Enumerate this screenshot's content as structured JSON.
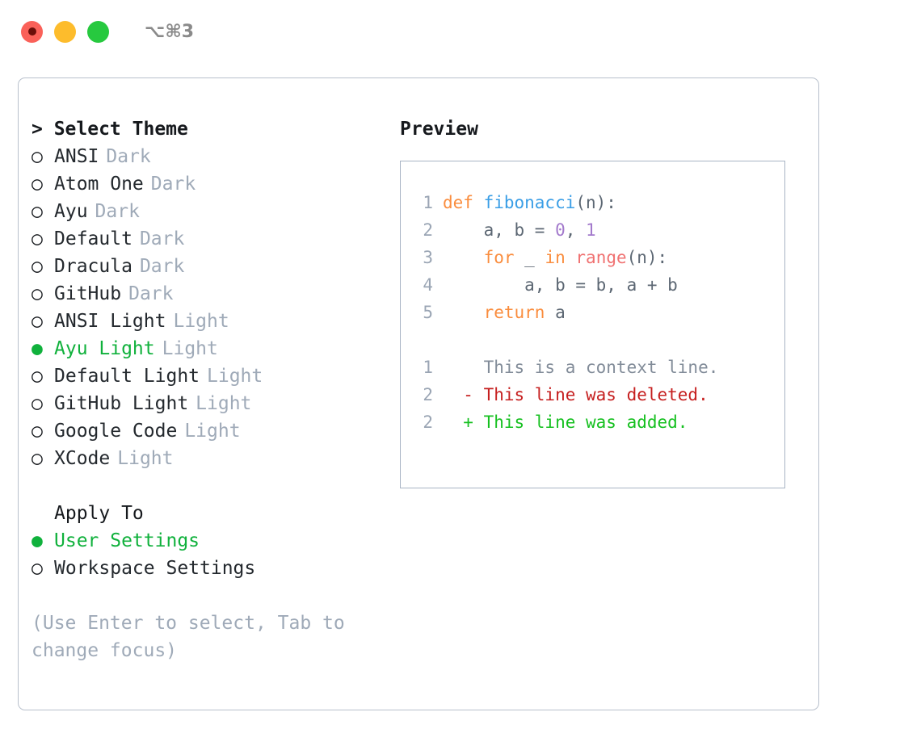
{
  "titlebar": {
    "shortcut": "⌥⌘3",
    "buttons": [
      {
        "name": "close",
        "color": "#FA6159"
      },
      {
        "name": "minimize",
        "color": "#FDBC2C"
      },
      {
        "name": "maximize",
        "color": "#27C93F"
      }
    ]
  },
  "theme_section": {
    "header": "> Select Theme",
    "options": [
      {
        "label": "ANSI",
        "category": "Dark",
        "selected": false,
        "bullet": "○"
      },
      {
        "label": "Atom One",
        "category": "Dark",
        "selected": false,
        "bullet": "○"
      },
      {
        "label": "Ayu",
        "category": "Dark",
        "selected": false,
        "bullet": "○"
      },
      {
        "label": "Default",
        "category": "Dark",
        "selected": false,
        "bullet": "○"
      },
      {
        "label": "Dracula",
        "category": "Dark",
        "selected": false,
        "bullet": "○"
      },
      {
        "label": "GitHub",
        "category": "Dark",
        "selected": false,
        "bullet": "○"
      },
      {
        "label": "ANSI Light",
        "category": "Light",
        "selected": false,
        "bullet": "○"
      },
      {
        "label": "Ayu Light",
        "category": "Light",
        "selected": true,
        "bullet": "●"
      },
      {
        "label": "Default Light",
        "category": "Light",
        "selected": false,
        "bullet": "○"
      },
      {
        "label": "GitHub Light",
        "category": "Light",
        "selected": false,
        "bullet": "○"
      },
      {
        "label": "Google Code",
        "category": "Light",
        "selected": false,
        "bullet": "○"
      },
      {
        "label": "XCode",
        "category": "Light",
        "selected": false,
        "bullet": "○"
      }
    ]
  },
  "apply_section": {
    "header": "Apply To",
    "options": [
      {
        "label": "User Settings",
        "selected": true,
        "bullet": "●"
      },
      {
        "label": "Workspace Settings",
        "selected": false,
        "bullet": "○"
      }
    ]
  },
  "hint": "(Use Enter to select, Tab to change focus)",
  "preview": {
    "title": "Preview",
    "code_lines": [
      {
        "no": "1",
        "tokens": [
          {
            "t": "def ",
            "c": "kw"
          },
          {
            "t": "fibonacci",
            "c": "fn"
          },
          {
            "t": "(n):",
            "c": "txt"
          }
        ]
      },
      {
        "no": "2",
        "tokens": [
          {
            "t": "    a, b = ",
            "c": "txt"
          },
          {
            "t": "0",
            "c": "num"
          },
          {
            "t": ", ",
            "c": "txt"
          },
          {
            "t": "1",
            "c": "num"
          }
        ]
      },
      {
        "no": "3",
        "tokens": [
          {
            "t": "    ",
            "c": "txt"
          },
          {
            "t": "for",
            "c": "kw"
          },
          {
            "t": " _ ",
            "c": "txt"
          },
          {
            "t": "in",
            "c": "kw"
          },
          {
            "t": " ",
            "c": "txt"
          },
          {
            "t": "range",
            "c": "call"
          },
          {
            "t": "(n):",
            "c": "txt"
          }
        ]
      },
      {
        "no": "4",
        "tokens": [
          {
            "t": "        a, b = b, a + b",
            "c": "txt"
          }
        ]
      },
      {
        "no": "5",
        "tokens": [
          {
            "t": "    ",
            "c": "txt"
          },
          {
            "t": "return",
            "c": "kw"
          },
          {
            "t": " a",
            "c": "txt"
          }
        ]
      }
    ],
    "diff_lines": [
      {
        "no": "1",
        "marker": "  ",
        "text": "This is a context line.",
        "kind": "ctx"
      },
      {
        "no": "2",
        "marker": "- ",
        "text": "This line was deleted.",
        "kind": "del"
      },
      {
        "no": "2",
        "marker": "+ ",
        "text": "This line was added.",
        "kind": "add"
      }
    ]
  },
  "colors": {
    "accent_green": "#10B13C",
    "keyword_orange": "#FA8D3E",
    "function_blue": "#3A9EE6",
    "number_purple": "#A37ACC",
    "call_red": "#F07171",
    "muted_gray": "#9FAAB8",
    "diff_add": "#16C020",
    "diff_del": "#C62020",
    "border": "#B8C0CC"
  }
}
